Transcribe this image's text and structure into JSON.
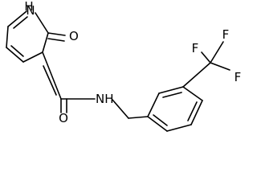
{
  "structure": {
    "atom_labels": {
      "nh_ring_h": "H",
      "nh_ring_n": "N",
      "ring_carbonyl_o": "O",
      "amide_o": "O",
      "amide_nh": "NH",
      "cf3_f_top": "F",
      "cf3_f_left": "F",
      "cf3_f_right": "F"
    }
  }
}
